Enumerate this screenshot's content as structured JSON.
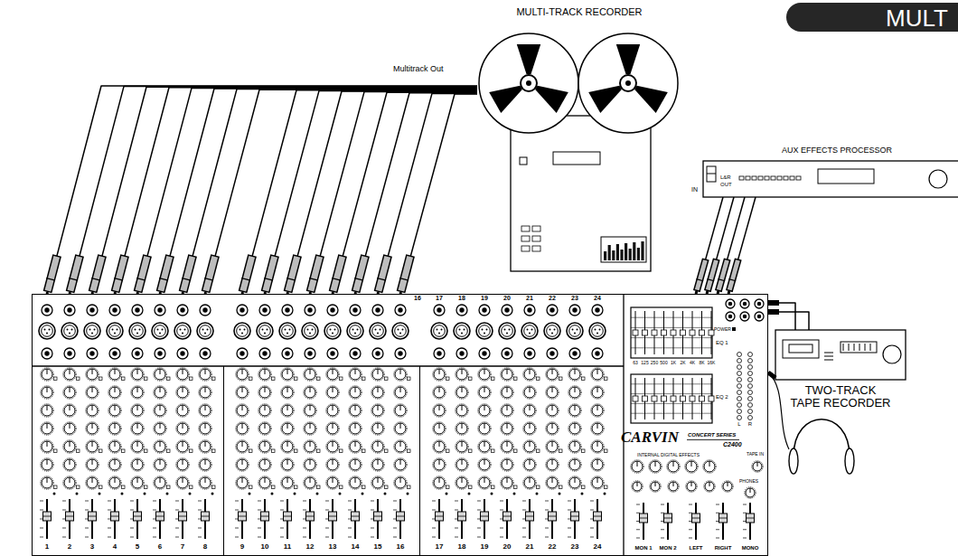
{
  "diagram": {
    "title": "MULT",
    "nodes": [
      {
        "text": [
          "MULTI-TRACK RECORDER"
        ]
      },
      {
        "text": [
          "AUX EFFECTS PROCESSOR",
          "IN",
          "L&R",
          "OUT"
        ]
      },
      {
        "text": [
          "CARVIN",
          "CONCERT SERIES",
          "C2400",
          "INTERNAL DIGITAL EFFECTS"
        ]
      },
      {
        "text": [
          "TWO-TRACK TAPE RECORDER"
        ]
      }
    ],
    "edges": [
      {
        "from": 2,
        "to": 0,
        "arrow": "none"
      },
      {
        "from": 2,
        "to": 0,
        "arrow": "none"
      },
      {
        "from": 2,
        "to": 0,
        "arrow": "none"
      },
      {
        "from": 2,
        "to": 0,
        "arrow": "none"
      },
      {
        "from": 2,
        "to": 0,
        "arrow": "none"
      },
      {
        "from": 2,
        "to": 0,
        "arrow": "none"
      },
      {
        "from": 2,
        "to": 0,
        "arrow": "none"
      },
      {
        "from": 2,
        "to": 0,
        "arrow": "none"
      },
      {
        "from": 2,
        "to": 0,
        "arrow": "none"
      },
      {
        "from": 2,
        "to": 0,
        "arrow": "none"
      },
      {
        "from": 2,
        "to": 0,
        "arrow": "none"
      },
      {
        "from": 2,
        "to": 0,
        "arrow": "none"
      },
      {
        "from": 2,
        "to": 0,
        "arrow": "none"
      },
      {
        "from": 2,
        "to": 0,
        "arrow": "none"
      },
      {
        "from": 2,
        "to": 0,
        "arrow": "none"
      },
      {
        "from": 2,
        "to": 0,
        "arrow": "none"
      },
      {
        "from": 2,
        "to": 1,
        "arrow": "none"
      },
      {
        "from": 2,
        "to": 1,
        "arrow": "none"
      },
      {
        "from": 2,
        "to": 1,
        "arrow": "none"
      },
      {
        "from": 2,
        "to": 1,
        "arrow": "none"
      },
      {
        "from": 2,
        "to": 3,
        "arrow": "none"
      },
      {
        "from": 2,
        "to": 3,
        "arrow": "none"
      }
    ],
    "labels": [
      "Multitrack Out",
      "1",
      "2",
      "3",
      "4",
      "5",
      "6",
      "7",
      "8",
      "9",
      "10",
      "11",
      "12",
      "13",
      "14",
      "15",
      "16",
      "17",
      "18",
      "19",
      "20",
      "21",
      "22",
      "23",
      "24",
      "MON 1",
      "MON 2",
      "LEFT",
      "RIGHT",
      "MONO",
      "16",
      "17",
      "18",
      "19",
      "20",
      "21",
      "22",
      "23",
      "24",
      "63",
      "125",
      "250",
      "500",
      "1K",
      "2K",
      "4K",
      "8K",
      "16K",
      "EQ 1",
      "EQ 2",
      "L",
      "R",
      "POWER",
      "TAPE IN",
      "PHONES"
    ]
  }
}
